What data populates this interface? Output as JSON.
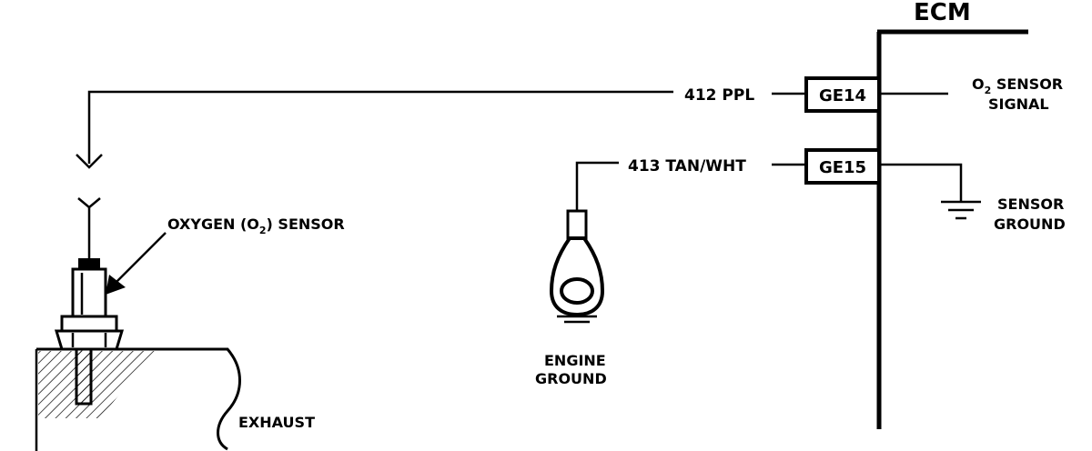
{
  "ecm": {
    "title": "ECM"
  },
  "connectors": {
    "ge14": {
      "label": "GE14"
    },
    "ge15": {
      "label": "GE15"
    }
  },
  "wires": {
    "w412": {
      "label": "412 PPL"
    },
    "w413": {
      "label": "413 TAN/WHT"
    }
  },
  "labels": {
    "o2_signal_prefix": "O",
    "o2_signal_sub": "2",
    "o2_signal_rest": " SENSOR",
    "o2_signal_line2": "SIGNAL",
    "sensor_ground_line1": "SENSOR",
    "sensor_ground_line2": "GROUND",
    "oxygen_prefix": "OXYGEN (O",
    "oxygen_sub": "2",
    "oxygen_rest": ") SENSOR",
    "engine_ground_line1": "ENGINE",
    "engine_ground_line2": "GROUND",
    "exhaust": "EXHAUST"
  },
  "colors": {
    "ink": "#000000",
    "paper": "#ffffff"
  }
}
